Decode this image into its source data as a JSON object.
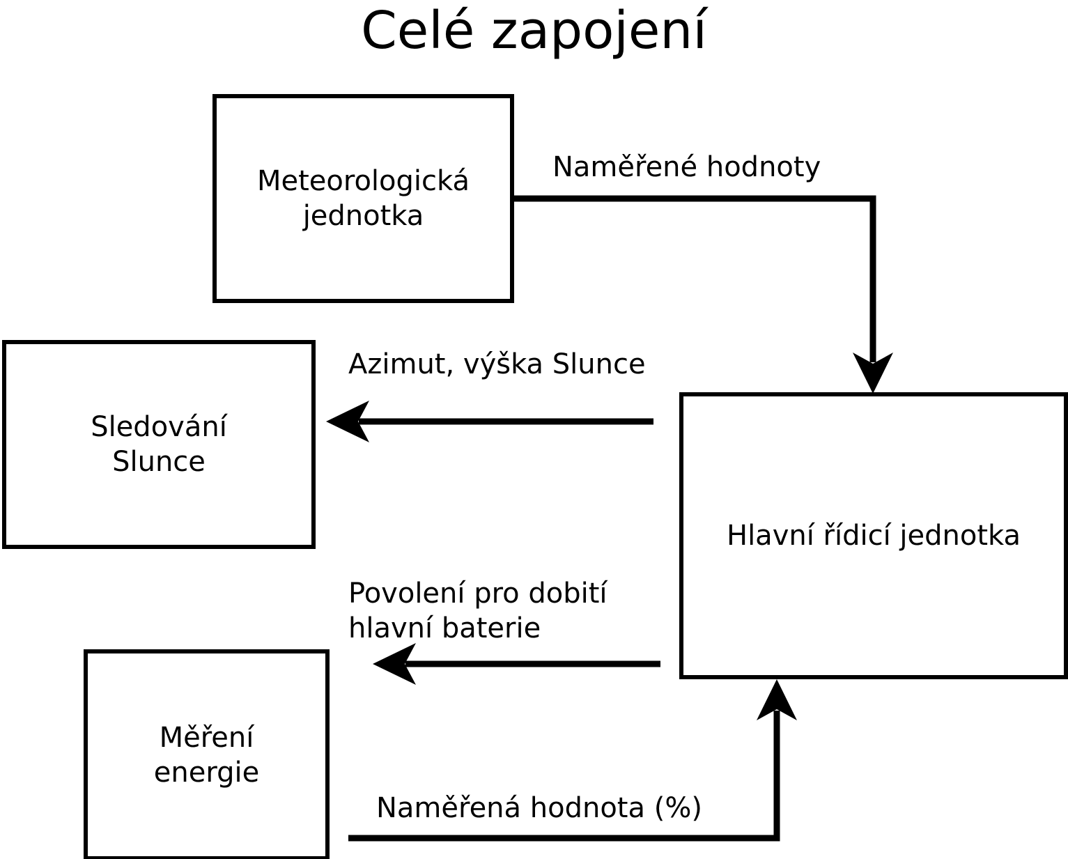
{
  "diagram": {
    "title": "Celé zapojení",
    "type": "block-diagram",
    "language": "cs",
    "colors": {
      "background": "#ffffff",
      "stroke": "#000000",
      "text": "#000000"
    },
    "nodes": [
      {
        "id": "meteo",
        "label": "Meteorologická\njednotka",
        "shape": "rectangle"
      },
      {
        "id": "sun",
        "label": "Sledování\nSlunce",
        "shape": "rectangle"
      },
      {
        "id": "main",
        "label": "Hlavní řídicí jednotka",
        "shape": "rectangle"
      },
      {
        "id": "energy",
        "label": "Měření\nenergie",
        "shape": "rectangle"
      }
    ],
    "edges": [
      {
        "id": "measured-values",
        "from": "meteo",
        "to": "main",
        "label": "Naměřené hodnoty",
        "arrow": "down"
      },
      {
        "id": "azimuth",
        "from": "main",
        "to": "sun",
        "label": "Azimut, výška Slunce",
        "arrow": "left"
      },
      {
        "id": "charge-permission",
        "from": "main",
        "to": "energy",
        "label": "Povolení pro dobití\nhlavní baterie",
        "arrow": "left"
      },
      {
        "id": "measured-percent",
        "from": "energy",
        "to": "main",
        "label": "Naměřená hodnota (%)",
        "arrow": "up"
      }
    ]
  }
}
